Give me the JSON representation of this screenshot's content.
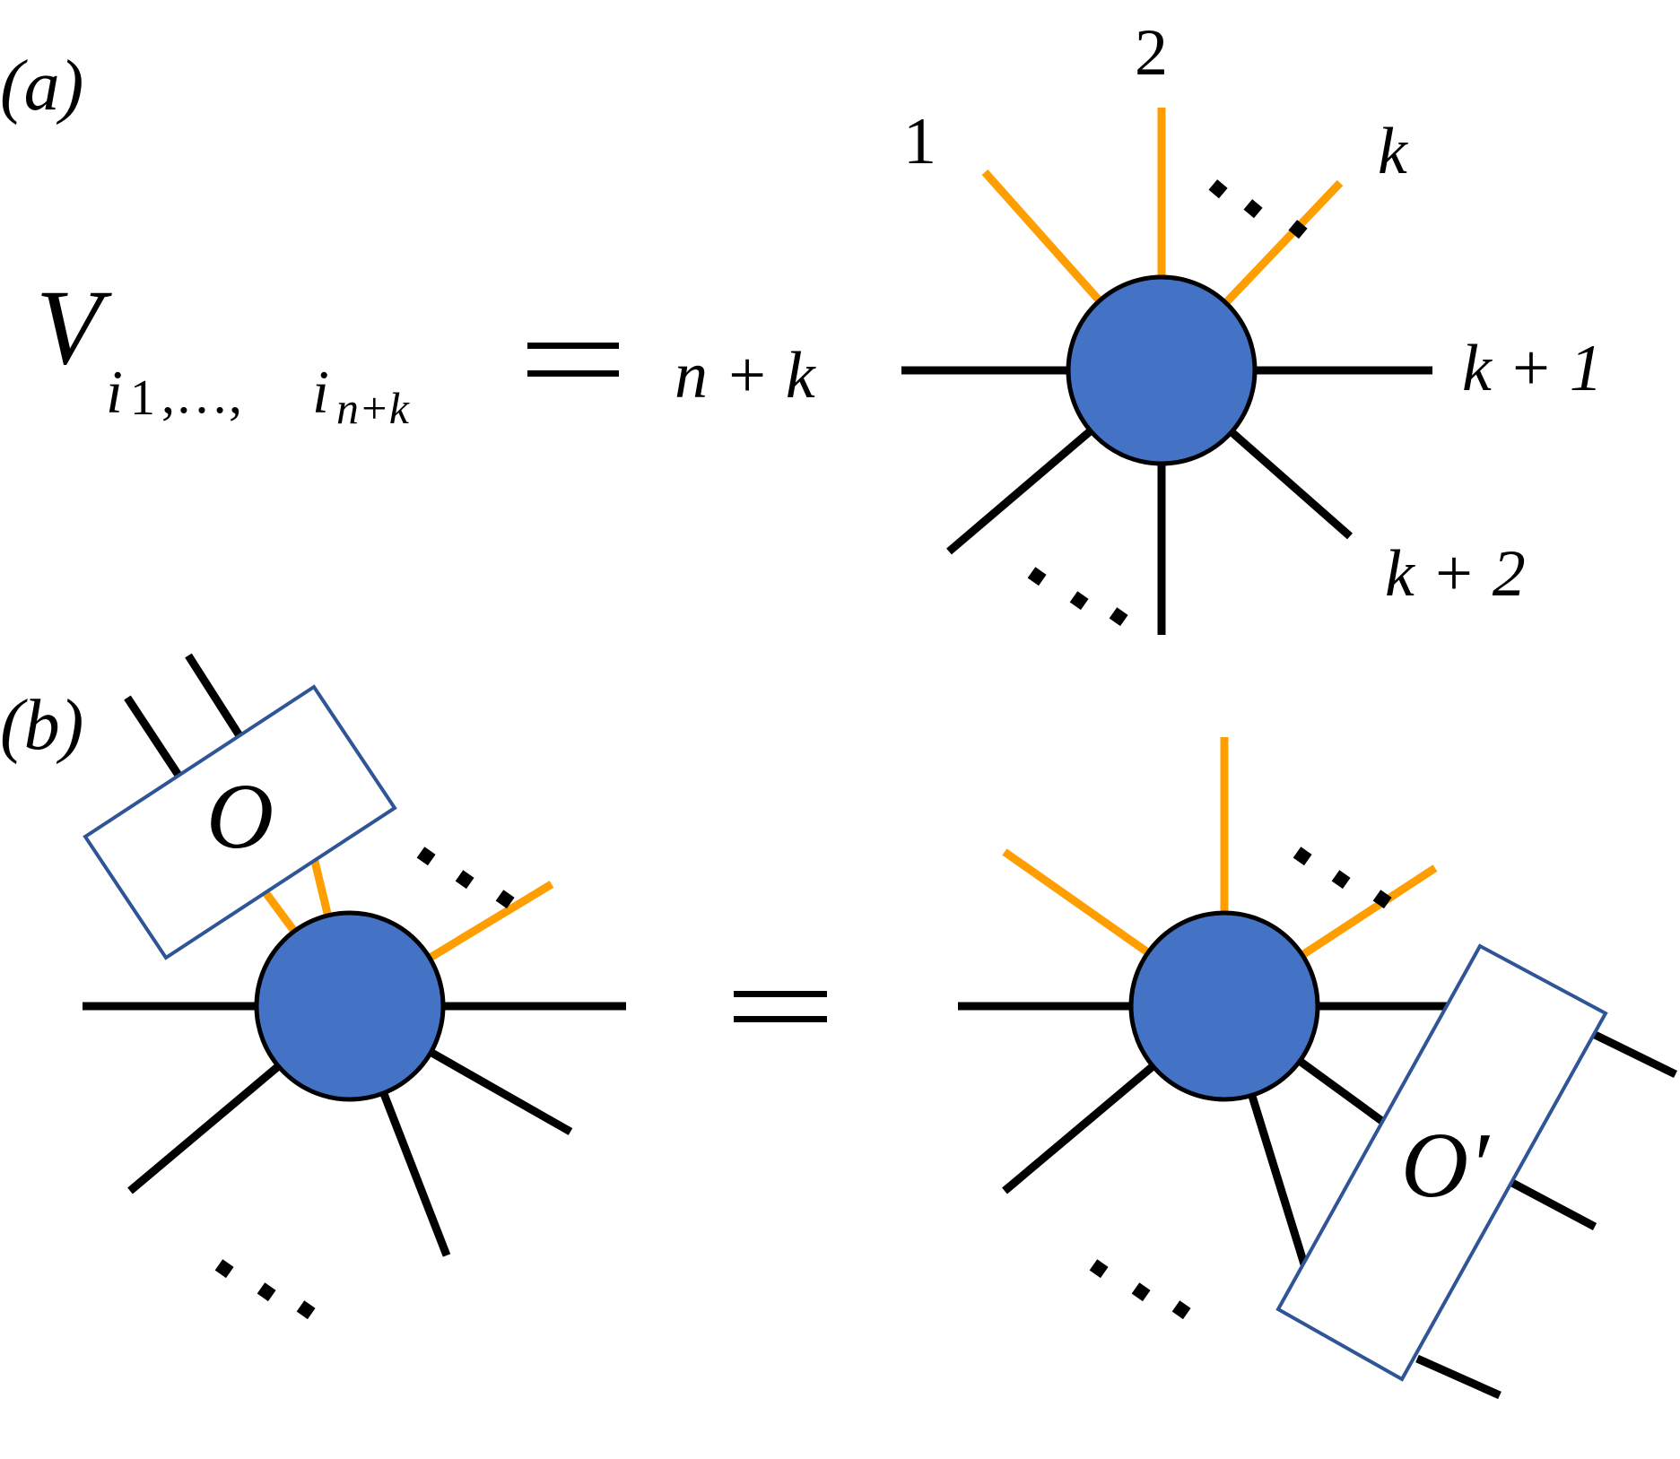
{
  "panel_a": {
    "label": "(a)",
    "lhs_V": "V",
    "lhs_sub_i": "i",
    "lhs_sub_1": "1",
    "lhs_sub_commas": ",…,",
    "lhs_sub_i2": "i",
    "lhs_sub_nk": "n+k",
    "leg_1": "1",
    "leg_2": "2",
    "leg_k": "k",
    "leg_n_plus_k": "n + k",
    "leg_k_plus_1": "k + 1",
    "leg_k_plus_2": "k + 2"
  },
  "panel_b": {
    "label": "(b)",
    "operator_left": "O",
    "operator_right": "O′"
  },
  "colors": {
    "node_fill": "#4472C4",
    "physical_leg": "#FF9E00",
    "virtual_leg": "#000000",
    "operator_border": "#2F5597"
  }
}
